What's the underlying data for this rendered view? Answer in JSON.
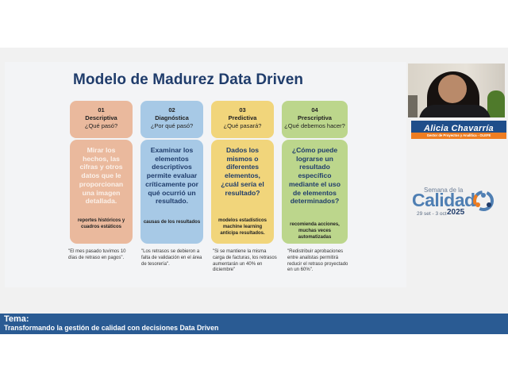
{
  "slide": {
    "title": "Modelo de Madurez Data Driven",
    "stages": [
      {
        "number": "01",
        "name": "Descriptiva",
        "question": "¿Qué pasó?",
        "body": "Mirar los hechos, las cifras y otros datos que le proporcionan una imagen detallada.",
        "footer": "reportes históricos y cuadros estáticos",
        "quote": "\"El mes pasado tuvimos 10 días de retraso en pagos\"."
      },
      {
        "number": "02",
        "name": "Diagnóstica",
        "question": "¿Por qué pasó?",
        "body": "Examinar los elementos descriptivos permite evaluar críticamente por qué ocurrió un resultado.",
        "footer": "causas de los resultados",
        "quote": "\"Los retrasos se debieron a falta de validación en el área de tesorería\"."
      },
      {
        "number": "03",
        "name": "Predictiva",
        "question": "¿Qué pasará?",
        "body": "Dados los mismos o diferentes elementos, ¿cuál sería el resultado?",
        "footer": "modelos estadísticos machine learning anticipa resultados.",
        "quote": "\"Si se mantiene la misma carga de facturas, los retrasos aumentarán un 40% en diciembre\""
      },
      {
        "number": "04",
        "name": "Prescriptiva",
        "question": "¿Qué debemos hacer?",
        "body": "¿Cómo puede lograrse un resultado específico mediante el uso de elementos determinados?",
        "footer": "recomienda acciones, muchas veces automatizadas",
        "quote": "\"Redistribuir aprobaciones entre analistas permitirá reducir el retraso proyectado en un 60%\"."
      }
    ]
  },
  "speaker": {
    "name": "Alicia Chavarría",
    "role": "Gestor de Proyectos y Analítica - OLEFE"
  },
  "event": {
    "top": "Semana de la",
    "main": "Calidad",
    "dates": "29 set - 3 oct",
    "year": "2025"
  },
  "banner": {
    "label": "Tema:",
    "text": "Transformando la gestión de calidad con decisiones Data Driven"
  },
  "colors": {
    "title": "#1f3c6b",
    "stage1": "#eab99d",
    "stage2": "#a7c9e6",
    "stage3": "#f1d57b",
    "stage4": "#bcd68c",
    "banner": "#2a5b93",
    "name_plate": "#1f4e8a",
    "name_sub": "#ee7d22"
  }
}
